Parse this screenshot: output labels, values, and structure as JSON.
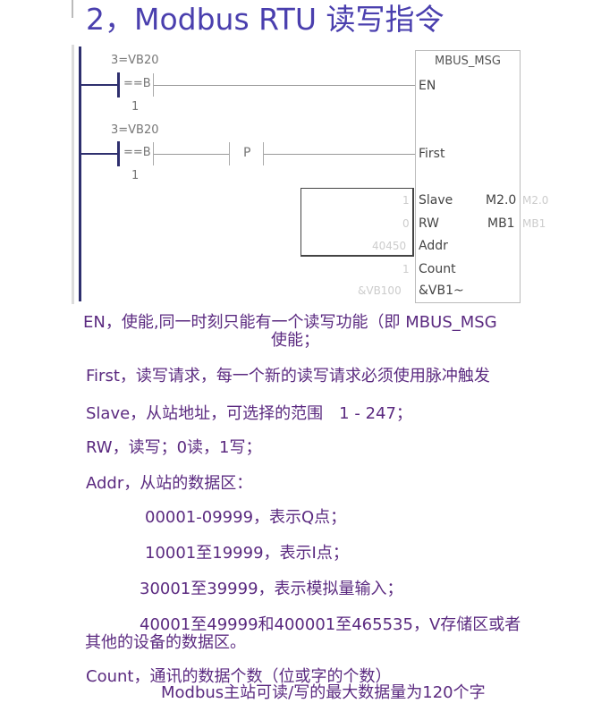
{
  "title": "2，Modbus RTU 读写指令",
  "ladder": {
    "rung1": {
      "operand_top": "3=VB20",
      "compare": "==B",
      "operand_bottom": "1"
    },
    "rung2": {
      "operand_top": "3=VB20",
      "compare": "==B",
      "operand_bottom": "1",
      "edge": "P"
    },
    "block": {
      "name": "MBUS_MSG",
      "inputs": [
        {
          "pin": "EN",
          "value": ""
        },
        {
          "pin": "First",
          "value": ""
        },
        {
          "pin": "Slave",
          "value": "1"
        },
        {
          "pin": "RW",
          "value": "0"
        },
        {
          "pin": "Addr",
          "value": "40450"
        },
        {
          "pin": "Count",
          "value": "1"
        },
        {
          "pin": "&VB1~",
          "value": "&VB100"
        }
      ],
      "outputs": [
        {
          "pin": "M2.0",
          "value": "M2.0"
        },
        {
          "pin": "MB1",
          "value": "MB1"
        }
      ]
    }
  },
  "doc": {
    "en_line1": "EN，使能,同一时刻只能有一个读写功能（即 MBUS_MSG",
    "en_line2": "使能；",
    "first": "First，读写请求，每一个新的读写请求必须使用脉冲触发",
    "slave": "Slave，从站地址，可选择的范围　1 - 247；",
    "rw": "RW，读写；0读，1写；",
    "addr": "Addr，从站的数据区：",
    "addr_q": "00001-09999，表示Q点；",
    "addr_i": "10001至19999，表示I点；",
    "addr_ai": "30001至39999，表示模拟量输入；",
    "addr_v_line1": "40001至49999和400001至465535，V存储区或者",
    "addr_v_line2": "其他的设备的数据区。",
    "count": "Count，通讯的数据个数（位或字的个数）",
    "count_cut": "Modbus主站可读/写的最大数据量为120个字"
  }
}
